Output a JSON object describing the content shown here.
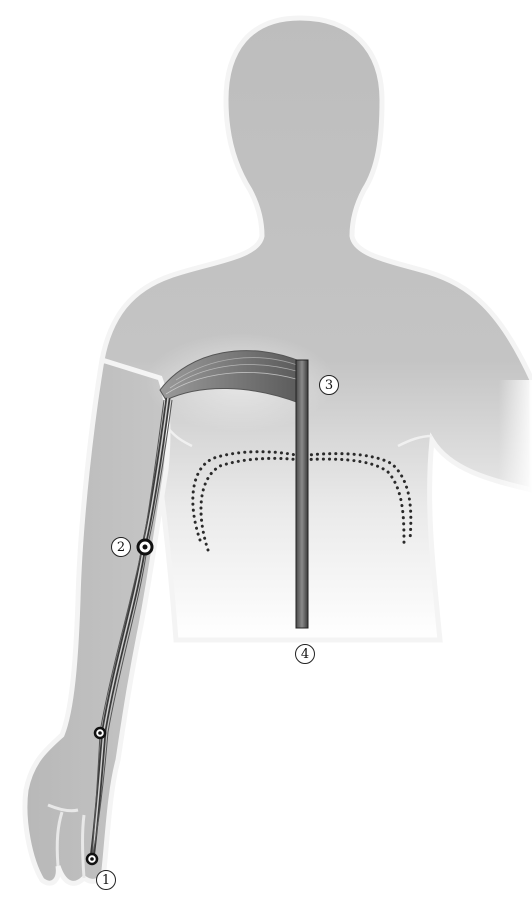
{
  "figure": {
    "markers": [
      {
        "id": "m1",
        "label": "1"
      },
      {
        "id": "m2",
        "label": "2"
      },
      {
        "id": "m3",
        "label": "3"
      },
      {
        "id": "m4",
        "label": "4"
      }
    ],
    "colors": {
      "body_fill": "#bdbdbd",
      "body_outline": "#f2f2f2",
      "muscle_dark": "#3a3a3a",
      "muscle_light": "#d0d0d0",
      "rib_dots": "#2a2a2a",
      "marker_ring": "#111111"
    }
  }
}
